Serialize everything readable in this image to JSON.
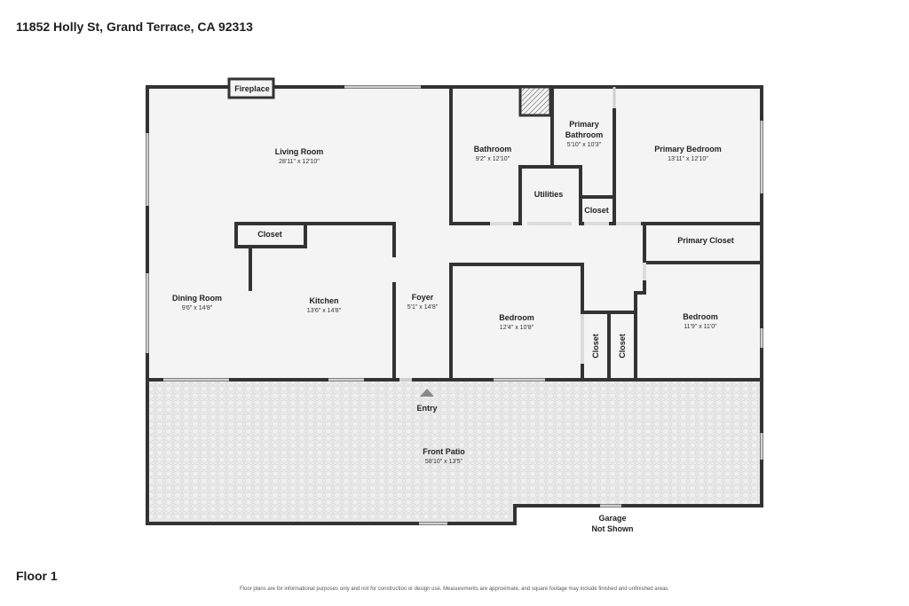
{
  "address": "11852 Holly St, Grand Terrace, CA 92313",
  "floor": "Floor 1",
  "disclaimer": "Floor plans are for informational purposes only and not for construction or design use. Measurements are approximate, and square footage may include finished and unfinished areas.",
  "rooms": {
    "fireplace": {
      "name": "Fireplace"
    },
    "living_room": {
      "name": "Living Room",
      "dims": "28'11\" x 12'10\""
    },
    "bathroom": {
      "name": "Bathroom",
      "dims": "9'2\" x 12'10\""
    },
    "primary_bathroom": {
      "name1": "Primary",
      "name2": "Bathroom",
      "dims": "5'10\" x 10'3\""
    },
    "primary_bedroom": {
      "name": "Primary Bedroom",
      "dims": "13'11\" x 12'10\""
    },
    "utilities": {
      "name": "Utilities"
    },
    "closet_bath": {
      "name": "Closet"
    },
    "closet_kitchen": {
      "name": "Closet"
    },
    "primary_closet": {
      "name": "Primary Closet"
    },
    "dining_room": {
      "name": "Dining Room",
      "dims": "9'6\" x 14'8\""
    },
    "kitchen": {
      "name": "Kitchen",
      "dims": "13'6\" x 14'8\""
    },
    "foyer": {
      "name": "Foyer",
      "dims": "5'1\" x 14'8\""
    },
    "bedroom_1": {
      "name": "Bedroom",
      "dims": "12'4\" x 10'8\""
    },
    "closet_v1": {
      "name": "Closet"
    },
    "closet_v2": {
      "name": "Closet"
    },
    "bedroom_2": {
      "name": "Bedroom",
      "dims": "11'9\" x 11'0\""
    },
    "entry": {
      "name": "Entry"
    },
    "front_patio": {
      "name": "Front Patio",
      "dims": "58'10\" x 13'5\""
    },
    "garage": {
      "name1": "Garage",
      "name2": "Not Shown"
    }
  },
  "colors": {
    "floor": "#f4f4f4",
    "wall": "#333333",
    "patio": "#efefef"
  }
}
